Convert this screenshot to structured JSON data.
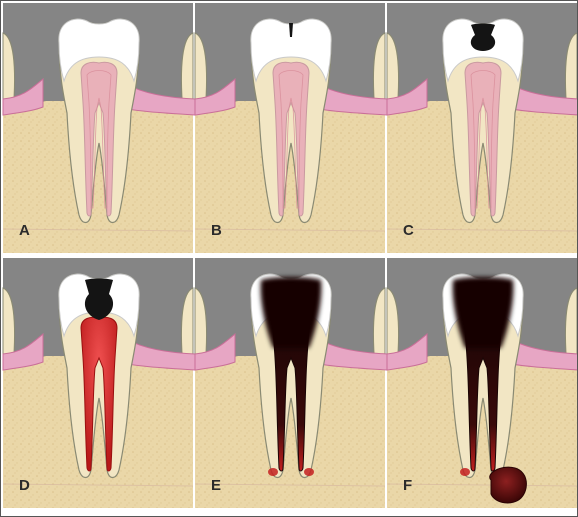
{
  "colors": {
    "sky": "#858585",
    "bone": "#ead7a8",
    "bone_speckle": "#dcc590",
    "gum": "#e7a6c4",
    "gum_edge": "#c96f98",
    "enamel": "#ffffff",
    "enamel_shadow": "#c9c9c9",
    "dentin": "#f2e6c4",
    "pulp_healthy": "#e9b1b9",
    "pulp_inflamed": "#d92a2a",
    "pulp_necrotic": "#3a0a0a",
    "caries": "#141414",
    "abscess": "#6e1414",
    "outline": "#8a8a73",
    "frame": "#555555"
  },
  "panels": [
    {
      "label": "A",
      "stage": "healthy"
    },
    {
      "label": "B",
      "stage": "enamel-caries"
    },
    {
      "label": "C",
      "stage": "dentin-caries"
    },
    {
      "label": "D",
      "stage": "pulpitis"
    },
    {
      "label": "E",
      "stage": "pulp-necrosis"
    },
    {
      "label": "F",
      "stage": "periapical-abscess"
    }
  ]
}
